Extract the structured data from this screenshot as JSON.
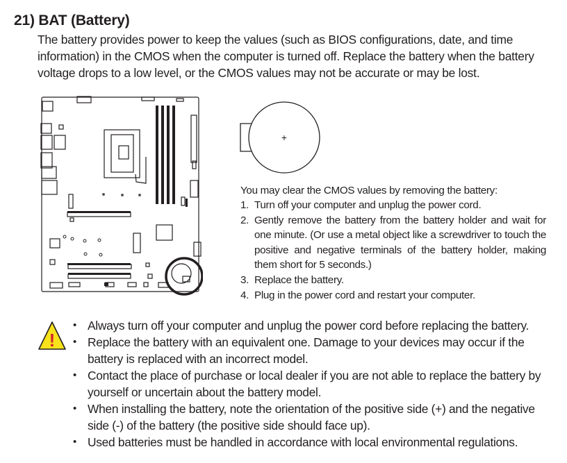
{
  "section": {
    "title": "21) BAT (Battery)",
    "intro": "The battery provides power to keep the values (such as BIOS configurations, date, and time information) in the CMOS when the computer is turned off. Replace the battery when the battery voltage drops to a low level, or the CMOS values may not be accurate or may be lost."
  },
  "battery_figure": {
    "plus_sign": "+"
  },
  "steps": {
    "intro": "You may clear the CMOS values by removing the battery:",
    "items": [
      {
        "num": "1.",
        "text": "Turn off your computer and unplug the power cord."
      },
      {
        "num": "2.",
        "text": "Gently remove the battery from the battery holder and wait for one minute. (Or use a metal object like a screwdriver to touch the positive and negative terminals of the battery holder, making them short for 5 seconds.)"
      },
      {
        "num": "3.",
        "text": "Replace the battery."
      },
      {
        "num": "4.",
        "text": "Plug in the power cord and restart your computer."
      }
    ]
  },
  "warning": {
    "icon": "warning-triangle-icon",
    "symbol": "!",
    "bullet": "•",
    "notes": [
      "Always turn off your computer and unplug the power cord before replacing the battery.",
      "Replace the battery with an equivalent one. Damage to your devices may occur if the battery is replaced with an incorrect model.",
      "Contact the place of purchase or local dealer if you are not able to replace the battery by yourself or uncertain about the battery model.",
      "When installing the battery, note the orientation of the positive side (+) and the negative side (-) of the battery (the positive side should face up).",
      "Used batteries must be handled in accordance with local environmental regulations."
    ]
  },
  "colors": {
    "text": "#231f20",
    "warning_fill": "#f7e21b",
    "warning_symbol": "#d4242a"
  }
}
